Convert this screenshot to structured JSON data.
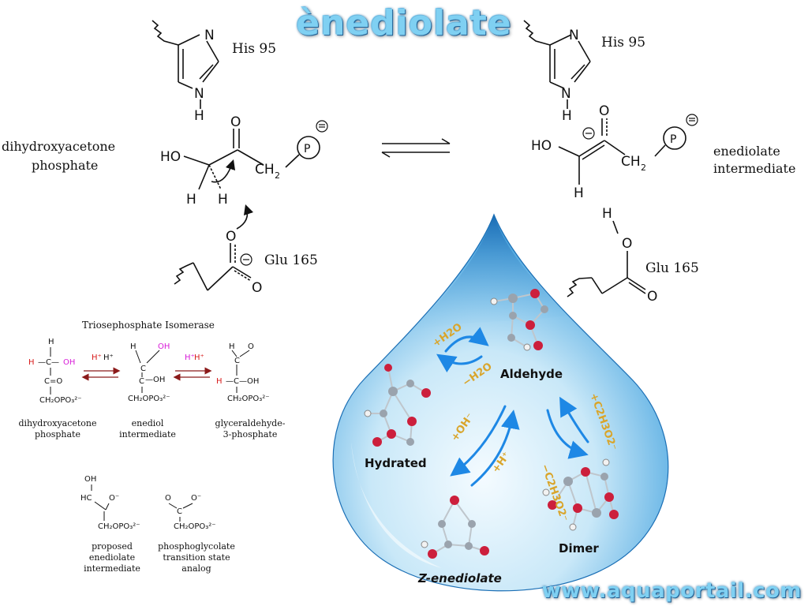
{
  "title": "ènediolate",
  "footer_url": "www.aquaportail.com",
  "colors": {
    "title": "#7fd0f2",
    "drop_light": "#e9f6fd",
    "drop_dark": "#1d7ac2",
    "oxygen": "#cc1f3c",
    "carbon": "#9aa3ad",
    "hydrogen": "#f2f2f2",
    "reagent_label": "#d9a52b",
    "arrow_blue": "#1e88e5",
    "arrow_red": "#8b1a1a",
    "magenta": "#d81bd8"
  },
  "mechanism": {
    "left": {
      "his": "His 95",
      "glu": "Glu 165",
      "name_line1": "dihydroxyacetone",
      "name_line2": "phosphate"
    },
    "right": {
      "his": "His 95",
      "glu": "Glu 165",
      "name_line1": "enediolate",
      "name_line2": "intermediate"
    }
  },
  "tim": {
    "title": "Triosephosphate Isomerase",
    "dhap_line1": "dihydroxyacetone",
    "dhap_line2": "phosphate",
    "enediol_line1": "enediol",
    "enediol_line2": "intermediate",
    "gap_line1": "glyceraldehyde-",
    "gap_line2": "3-phosphate",
    "proposed_line1": "proposed",
    "proposed_line2": "enediolate",
    "proposed_line3": "intermediate",
    "pga_line1": "phosphoglycolate",
    "pga_line2": "transition state",
    "pga_line3": "analog"
  },
  "drop": {
    "aldehyde": "Aldehyde",
    "hydrated": "Hydrated",
    "zenediolate": "Z-enediolate",
    "dimer": "Dimer",
    "reagent_h2o_plus": "+H2O",
    "reagent_h2o_minus": "−H2O",
    "reagent_oh": "+OH⁻",
    "reagent_h": "+H⁺",
    "reagent_c2h3o2_plus": "+C2H3O2⁻",
    "reagent_c2h3o2_minus": "−C2H3O2⁻"
  }
}
